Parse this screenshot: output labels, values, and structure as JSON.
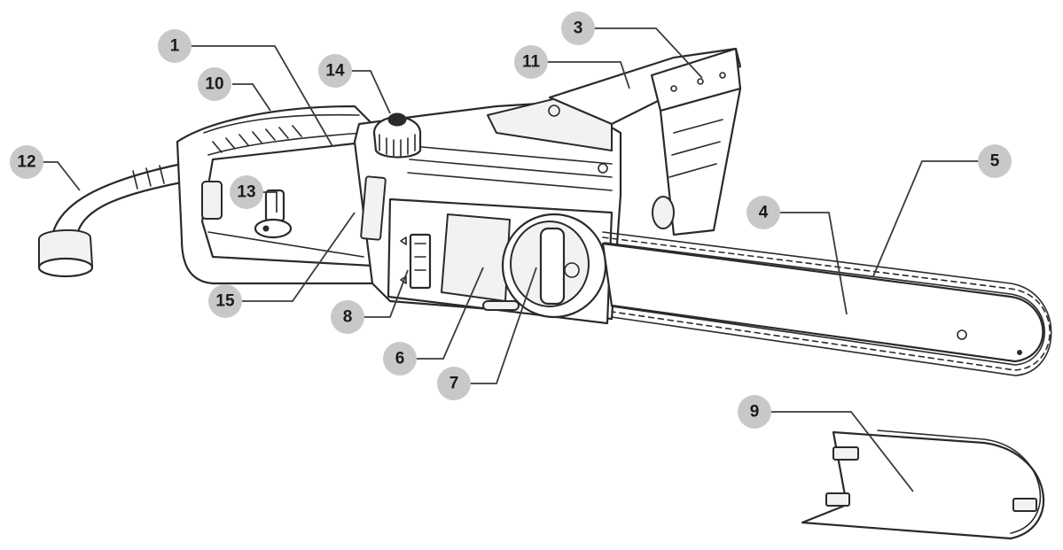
{
  "callouts": [
    {
      "id": "1",
      "label": "1"
    },
    {
      "id": "3",
      "label": "3"
    },
    {
      "id": "4",
      "label": "4"
    },
    {
      "id": "5",
      "label": "5"
    },
    {
      "id": "6",
      "label": "6"
    },
    {
      "id": "7",
      "label": "7"
    },
    {
      "id": "8",
      "label": "8"
    },
    {
      "id": "9",
      "label": "9"
    },
    {
      "id": "10",
      "label": "10"
    },
    {
      "id": "11",
      "label": "11"
    },
    {
      "id": "12",
      "label": "12"
    },
    {
      "id": "13",
      "label": "13"
    },
    {
      "id": "14",
      "label": "14"
    },
    {
      "id": "15",
      "label": "15"
    }
  ],
  "colors": {
    "badge": "#c8c8c8",
    "line": "#2a2a2a",
    "background": "#ffffff"
  }
}
